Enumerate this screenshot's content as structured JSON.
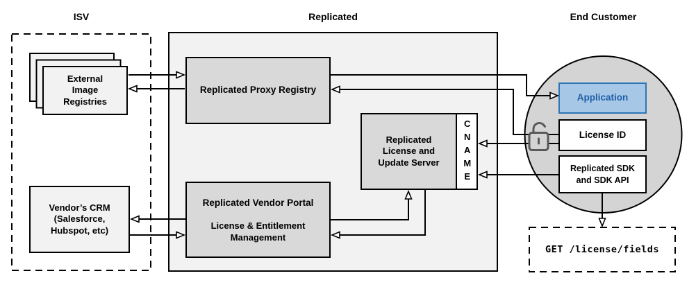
{
  "titles": {
    "isv": "ISV",
    "replicated": "Replicated",
    "end_customer": "End Customer"
  },
  "isv": {
    "external_image_registries": {
      "lines": [
        "External",
        "Image",
        "Registries"
      ]
    },
    "vendors_crm": {
      "lines": [
        "Vendor’s CRM",
        "(Salesforce,",
        "Hubspot, etc)"
      ]
    }
  },
  "replicated": {
    "proxy_registry": {
      "label": "Replicated Proxy Registry"
    },
    "license_update_server": {
      "lines": [
        "Replicated",
        "License and",
        "Update Server"
      ]
    },
    "cname": {
      "text": "CNAME"
    },
    "vendor_portal": {
      "title": "Replicated Vendor Portal",
      "subtitle_lines": [
        "License & Entitlement",
        "Management"
      ]
    }
  },
  "end_customer": {
    "application": {
      "label": "Application"
    },
    "license_id": {
      "label": "License ID"
    },
    "sdk": {
      "lines": [
        "Replicated SDK",
        "and SDK API"
      ]
    },
    "get_endpoint": {
      "label": "GET /license/fields"
    }
  },
  "icons": {
    "lock": "open-padlock-icon"
  },
  "colors": {
    "region_fill": "#f2f2f2",
    "inner_box_fill": "#d9d9d9",
    "circle_fill": "#d4d4d4",
    "app_fill": "#a7c7e7",
    "app_stroke": "#2e75b6",
    "app_text": "#1f5fa8",
    "line_stroke": "#000000",
    "lock_stroke": "#595959"
  }
}
